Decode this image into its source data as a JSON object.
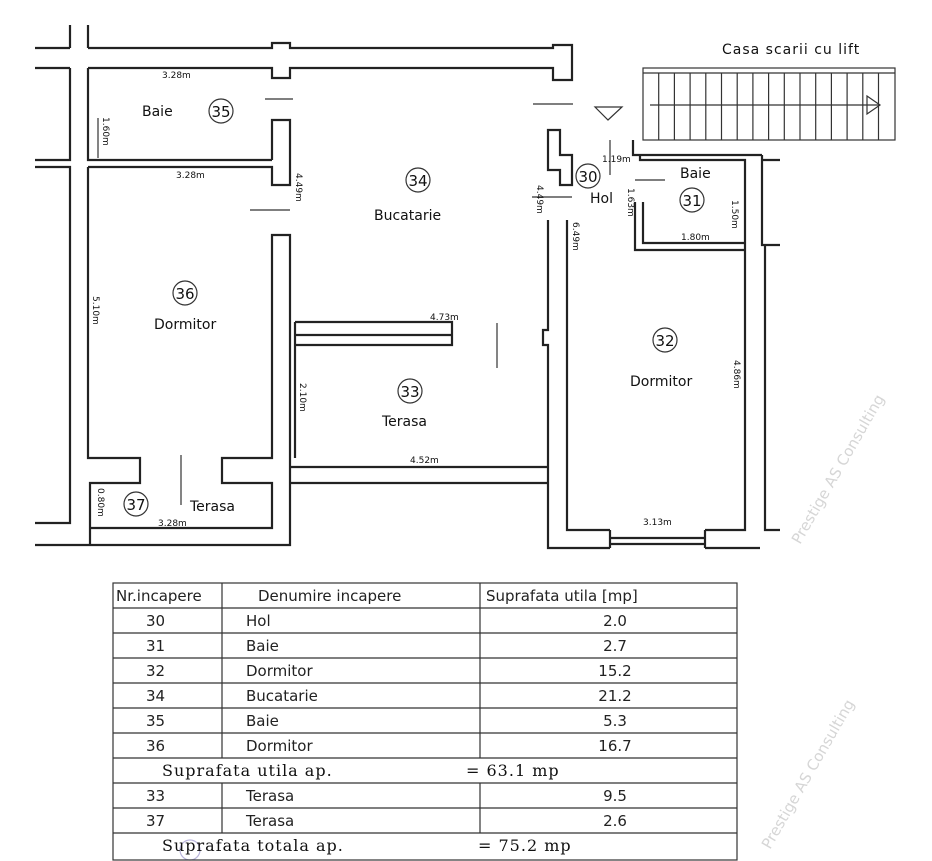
{
  "stair_title": "Casa scarii cu lift",
  "watermark": "Prestige AS Consulting",
  "rooms": [
    {
      "nr": "30",
      "name": "Hol"
    },
    {
      "nr": "31",
      "name": "Baie"
    },
    {
      "nr": "32",
      "name": "Dormitor"
    },
    {
      "nr": "33",
      "name": "Terasa"
    },
    {
      "nr": "34",
      "name": "Bucatarie"
    },
    {
      "nr": "35",
      "name": "Baie"
    },
    {
      "nr": "36",
      "name": "Dormitor"
    },
    {
      "nr": "37",
      "name": "Terasa"
    }
  ],
  "dimensions": {
    "baie35_top": "3.28m",
    "baie35_side": "1.60m",
    "baie35_bottom": "3.28m",
    "kitchen_side": "4.49m",
    "dorm36_side": "5.10m",
    "terasa33_top": "4.73m",
    "terasa33_side": "2.10m",
    "terasa33_bottom": "4.52m",
    "terasa37_side": "0.80m",
    "terasa37_bottom": "3.28m",
    "hol_top": "1.19m",
    "hol_side": "4.49m",
    "corridor_side": "6.49m",
    "baie31_left": "1.63m",
    "baie31_right": "1.50m",
    "baie31_bottom": "1.80m",
    "dorm32_side": "4.86m",
    "dorm32_bottom": "3.13m"
  },
  "table": {
    "headers": [
      "Nr.incapere",
      "Denumire incapere",
      "Suprafata utila [mp]"
    ],
    "rows": [
      [
        "30",
        "Hol",
        "2.0"
      ],
      [
        "31",
        "Baie",
        "2.7"
      ],
      [
        "32",
        "Dormitor",
        "15.2"
      ],
      [
        "34",
        "Bucatarie",
        "21.2"
      ],
      [
        "35",
        "Baie",
        "5.3"
      ],
      [
        "36",
        "Dormitor",
        "16.7"
      ]
    ],
    "subtotal_label": "Suprafata utila ap.",
    "subtotal_value": "= 63.1 mp",
    "terrace_rows": [
      [
        "33",
        "Terasa",
        "9.5"
      ],
      [
        "37",
        "Terasa",
        "2.6"
      ]
    ],
    "total_label": "Suprafata totala ap.",
    "total_value": "= 75.2 mp"
  }
}
